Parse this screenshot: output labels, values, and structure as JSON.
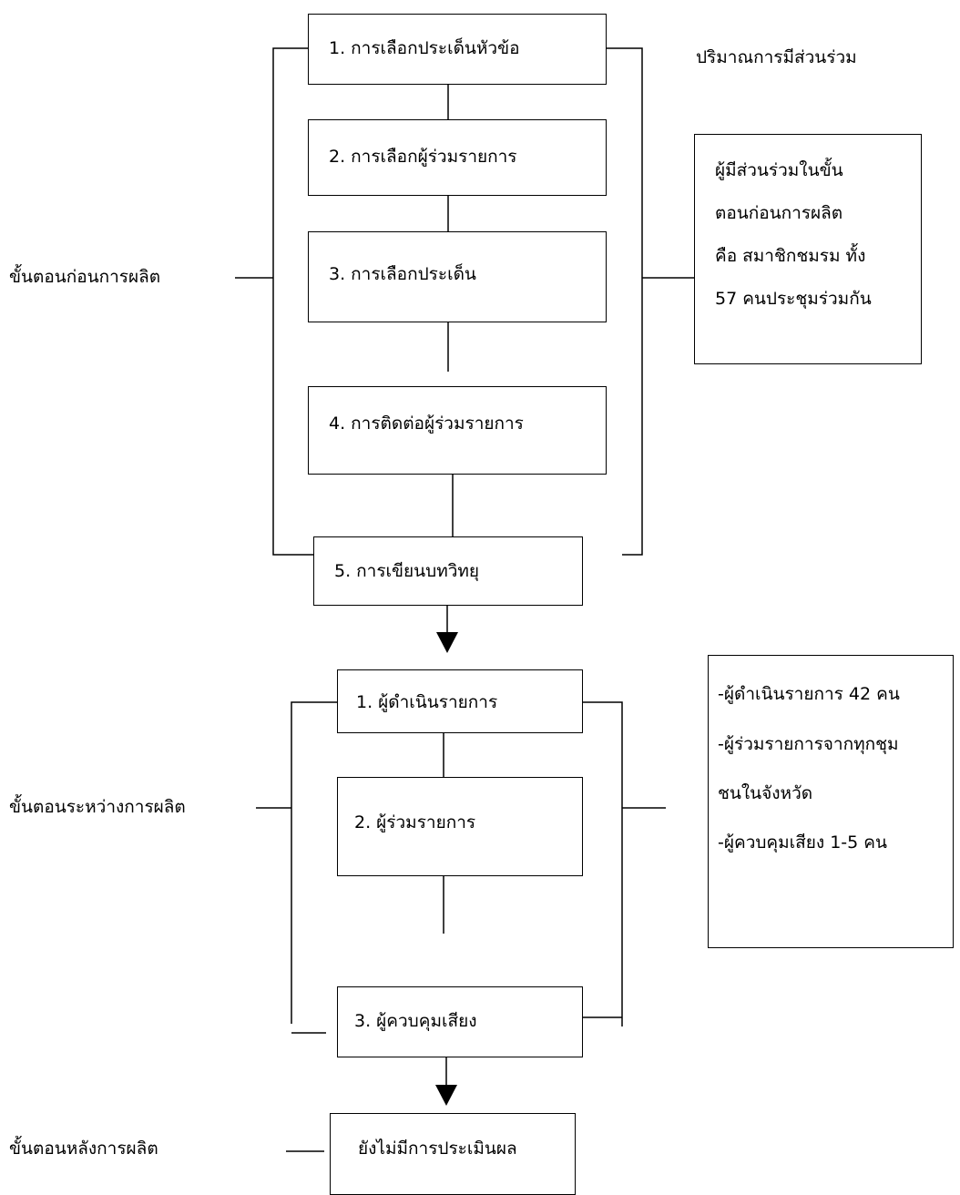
{
  "pre_production": {
    "stage_label": "ขั้นตอนก่อนการผลิต",
    "header_note": "ปริมาณการมีส่วนร่วม",
    "steps": [
      "1. การเลือกประเด็นหัวข้อ",
      "2. การเลือกผู้ร่วมรายการ",
      "3. การเลือกประเด็น",
      "4. การติดต่อผู้ร่วมรายการ",
      "5. การเขียนบทวิทยุ"
    ],
    "participation_note": [
      "ผู้มีส่วนร่วมในขั้น",
      "ตอนก่อนการผลิต",
      "คือ สมาชิกชมรม ทั้ง",
      "57 คนประชุมร่วมกัน"
    ]
  },
  "during_production": {
    "stage_label": "ขั้นตอนระหว่างการผลิต",
    "steps": [
      "1. ผู้ดำเนินรายการ",
      "2. ผู้ร่วมรายการ",
      "3. ผู้ควบคุมเสียง"
    ],
    "participation_note": [
      "-ผู้ดำเนินรายการ 42 คน",
      "-ผู้ร่วมรายการจากทุกชุม",
      "ชนในจังหวัด",
      "-ผู้ควบคุมเสียง 1-5 คน"
    ]
  },
  "post_production": {
    "stage_label": "ขั้นตอนหลังการผลิต",
    "steps": [
      "ยังไม่มีการประเมินผล"
    ]
  }
}
